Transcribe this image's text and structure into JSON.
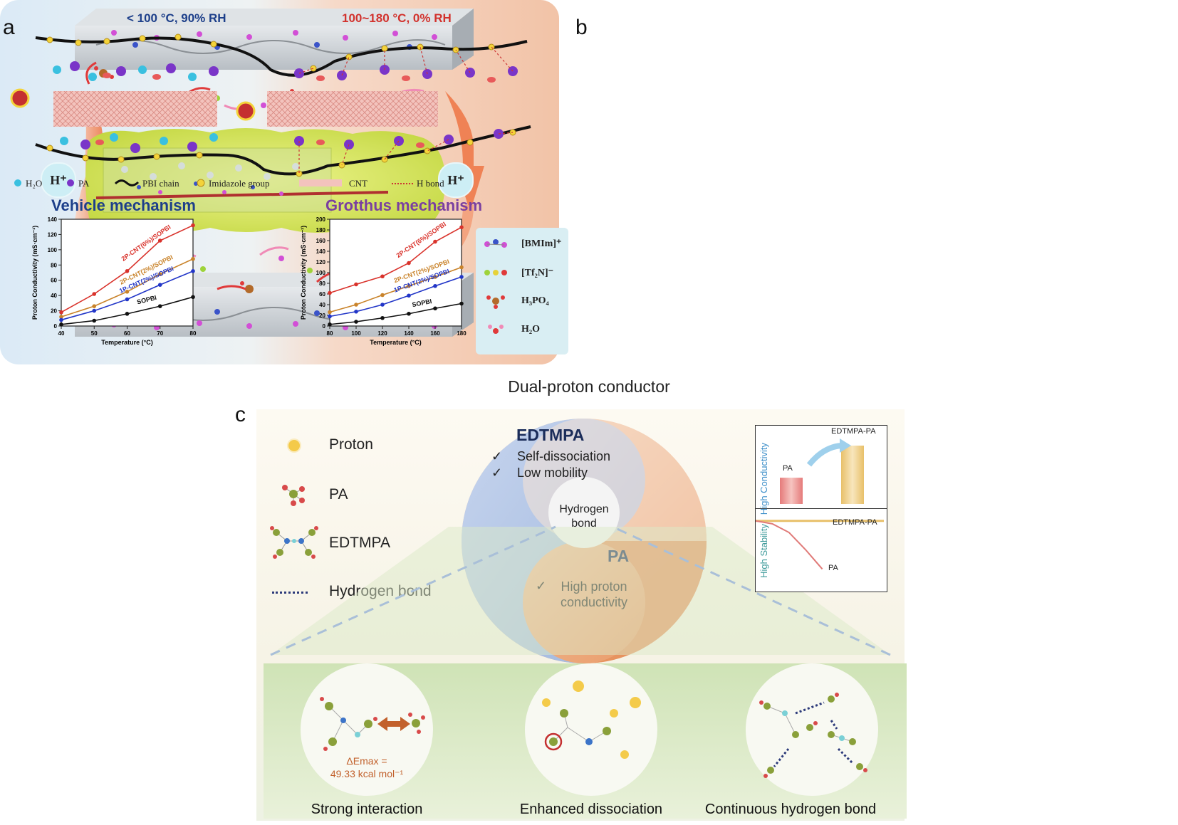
{
  "panel_letters": {
    "a": "a",
    "b": "b",
    "c": "c"
  },
  "panel_a": {
    "proton_label": "H⁺",
    "legend": [
      {
        "icon": "bmim-molecule-icon",
        "label": "[BMIm]⁺"
      },
      {
        "icon": "tf2n-molecule-icon",
        "label": "[Tf₂N]⁻"
      },
      {
        "icon": "phosphoric-acid-molecule-icon",
        "label": "H₃PO₄"
      },
      {
        "icon": "water-molecule-icon",
        "label": "H₂O"
      }
    ]
  },
  "panel_b": {
    "left_condition": "< 100 °C, 90% RH",
    "right_condition": "100~180 °C, 0% RH",
    "left_mechanism": "Vehicle mechanism",
    "right_mechanism": "Grotthus mechanism",
    "legend": [
      {
        "icon": "water-molecule-icon",
        "label": "H₂O"
      },
      {
        "icon": "pa-molecule-icon",
        "label": "PA"
      },
      {
        "icon": "pbi-chain-icon",
        "label": "PBI chain"
      },
      {
        "icon": "imidazole-group-icon",
        "label": "Imidazole group"
      },
      {
        "icon": "cnt-icon",
        "label": "CNT"
      },
      {
        "icon": "h-bond-icon",
        "label": "H bond"
      }
    ],
    "colors": {
      "left_title": "#1d3f8a",
      "right_title": "#d2322d",
      "left_mech": "#1d3f8a",
      "right_mech": "#7a3fa0"
    }
  },
  "chart_data": [
    {
      "type": "line",
      "xlabel": "Temperature (°C)",
      "ylabel": "Proton Conductivity (mS·cm⁻¹)",
      "x": [
        40,
        50,
        60,
        70,
        80
      ],
      "xlim": [
        40,
        80
      ],
      "ylim": [
        0,
        140
      ],
      "xticks": [
        40,
        50,
        60,
        70,
        80
      ],
      "yticks": [
        0,
        20,
        40,
        60,
        80,
        100,
        120,
        140
      ],
      "series": [
        {
          "name": "2P-CNT(6%)/SOPBI",
          "color": "#d9322b",
          "values": [
            18,
            42,
            72,
            112,
            132
          ]
        },
        {
          "name": "2P-CNT(2%)/SOPBI",
          "color": "#c9832a",
          "values": [
            12,
            26,
            45,
            68,
            88
          ]
        },
        {
          "name": "1P-CNT(2%)/SOPBI",
          "color": "#2236c8",
          "values": [
            8,
            20,
            35,
            54,
            72
          ]
        },
        {
          "name": "SOPBI",
          "color": "#111111",
          "values": [
            2,
            7,
            16,
            26,
            38
          ]
        }
      ]
    },
    {
      "type": "line",
      "xlabel": "Temperature (°C)",
      "ylabel": "Proton Conductivity (mS·cm⁻¹)",
      "x": [
        80,
        100,
        120,
        140,
        160,
        180
      ],
      "xlim": [
        80,
        180
      ],
      "ylim": [
        0,
        200
      ],
      "xticks": [
        80,
        100,
        120,
        140,
        160,
        180
      ],
      "yticks": [
        0,
        20,
        40,
        60,
        80,
        100,
        120,
        140,
        160,
        180,
        200
      ],
      "series": [
        {
          "name": "2P-CNT(6%)/SOPBI",
          "color": "#d9322b",
          "values": [
            62,
            78,
            93,
            118,
            158,
            185
          ]
        },
        {
          "name": "2P-CNT(2%)/SOPBI",
          "color": "#c9832a",
          "values": [
            26,
            40,
            58,
            75,
            92,
            110
          ]
        },
        {
          "name": "1P-CNT(2%)/SOPBI",
          "color": "#2236c8",
          "values": [
            18,
            27,
            40,
            57,
            75,
            92
          ]
        },
        {
          "name": "SOPBI",
          "color": "#111111",
          "values": [
            3,
            8,
            15,
            23,
            33,
            42
          ]
        }
      ]
    },
    {
      "type": "bar",
      "ylabel": "High Conductivity",
      "categories": [
        "PA",
        "EDTMPA-PA"
      ],
      "values": [
        0.45,
        1.0
      ]
    },
    {
      "type": "line",
      "ylabel": "High Stability",
      "series": [
        {
          "name": "EDTMPA-PA",
          "values": [
            1.0,
            1.0,
            1.0,
            1.0,
            1.0
          ]
        },
        {
          "name": "PA",
          "values": [
            1.0,
            0.97,
            0.88,
            0.7,
            0.5
          ]
        }
      ]
    }
  ],
  "panel_c": {
    "title": "Dual-proton conductor",
    "legend": [
      {
        "icon": "proton-icon",
        "label": "Proton"
      },
      {
        "icon": "pa-molecule-icon",
        "label": "PA"
      },
      {
        "icon": "edtmpa-molecule-icon",
        "label": "EDTMPA"
      },
      {
        "icon": "hydrogen-bond-icon",
        "label": "Hydrogen bond"
      }
    ],
    "yin_yang": {
      "top_title": "EDTMPA",
      "top_items": [
        "Self-dissociation",
        "Low mobility"
      ],
      "center": [
        "Hydrogen",
        "bond"
      ],
      "bottom_title": "PA",
      "bottom_items": [
        "High proton",
        "conductivity"
      ],
      "check": "✓"
    },
    "bar_labels": {
      "pa": "PA",
      "edtmpa_pa": "EDTMPA-PA"
    },
    "stability_labels": {
      "edtmpa_pa": "EDTMPA-PA",
      "pa": "PA"
    },
    "conductivity_axis": [
      "High",
      "Conductivity"
    ],
    "stability_axis": [
      "High",
      "Stability"
    ],
    "bottom_circles": [
      {
        "label": "Strong interaction",
        "annotation": [
          "ΔEmax =",
          "49.33 kcal mol⁻¹"
        ]
      },
      {
        "label": "Enhanced dissociation"
      },
      {
        "label": "Continuous hydrogen bond"
      }
    ]
  }
}
